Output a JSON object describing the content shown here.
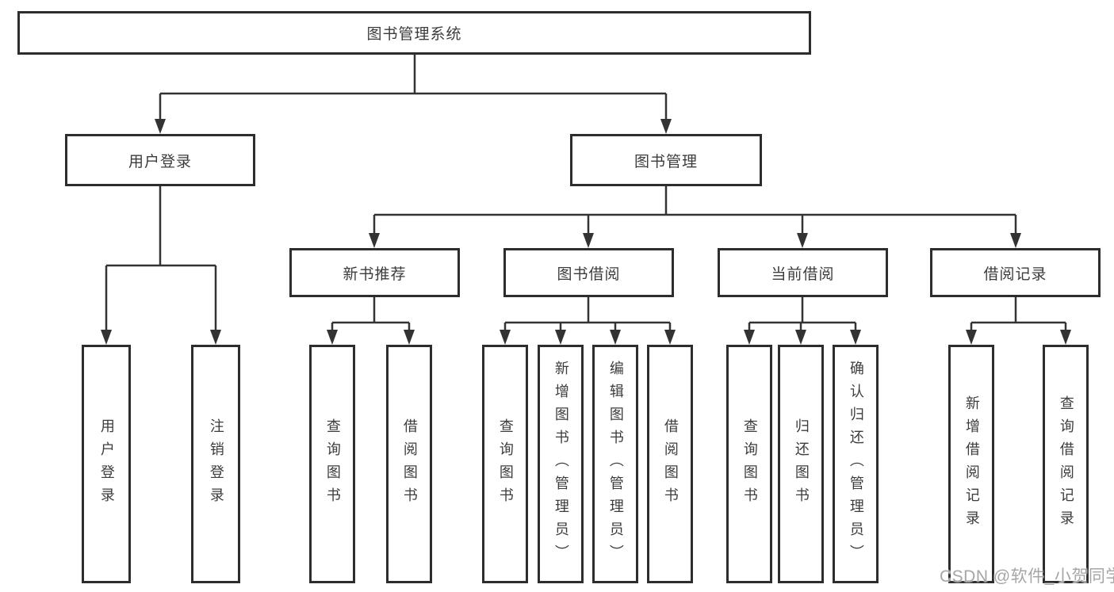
{
  "tree": {
    "root": "图书管理系统",
    "branches": [
      {
        "label": "用户登录",
        "leaves": [
          "用户登录",
          "注销登录"
        ]
      },
      {
        "label": "图书管理",
        "groups": [
          {
            "label": "新书推荐",
            "leaves": [
              "查询图书",
              "借阅图书"
            ]
          },
          {
            "label": "图书借阅",
            "leaves": [
              "查询图书",
              "新增图书（管理员）",
              "编辑图书（管理员）",
              "借阅图书"
            ]
          },
          {
            "label": "当前借阅",
            "leaves": [
              "查询图书",
              "归还图书",
              "确认归还（管理员）"
            ]
          },
          {
            "label": "借阅记录",
            "leaves": [
              "新增借阅记录",
              "查询借阅记录"
            ]
          }
        ]
      }
    ]
  },
  "watermark": {
    "text": "CSDN @软件_小贺同学"
  },
  "colors": {
    "line": "#333333",
    "box_border": "#2d2d2d",
    "text": "#3c3c3c",
    "background": "#ffffff",
    "watermark": "#a6a6a6"
  }
}
